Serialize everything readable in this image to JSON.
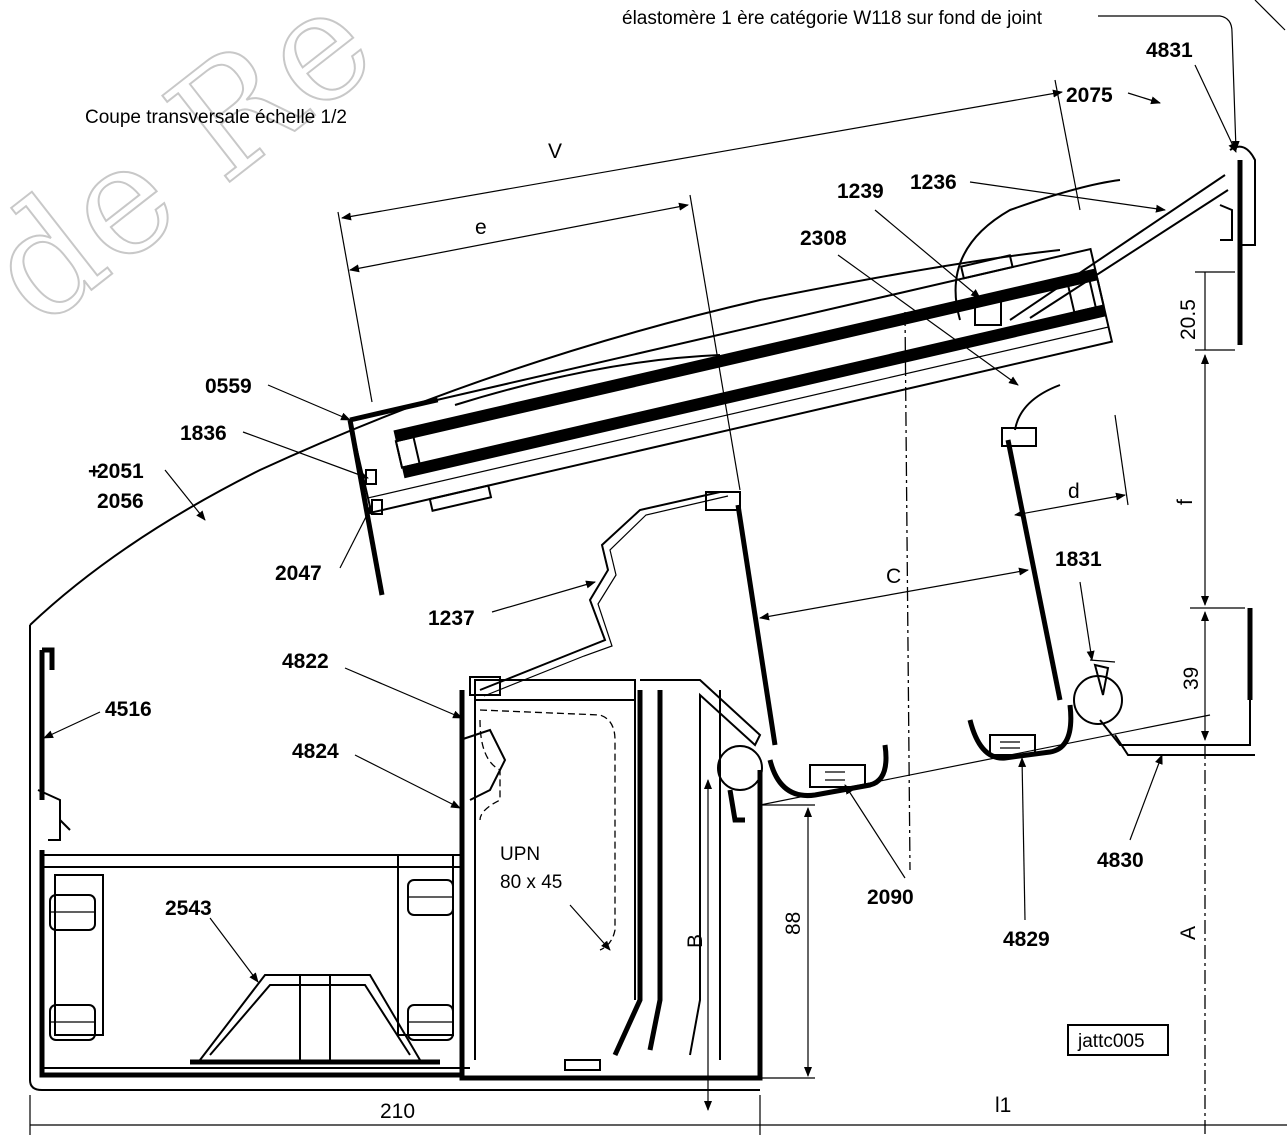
{
  "diagram": {
    "title": "Coupe transversale échelle 1/2",
    "note": "élastomère 1 ère catégorie W118 sur fond de joint",
    "watermark": "de Re",
    "reference_box": "jattc005",
    "profile_label": {
      "line1": "UPN",
      "line2": "80 x 45"
    },
    "part_labels": {
      "p4831": "4831",
      "p2075": "2075",
      "p1239": "1239",
      "p1236": "1236",
      "p2308": "2308",
      "p0559": "0559",
      "p1836": "1836",
      "p2051": "2051",
      "p2056": "2056",
      "plus": "+",
      "p2047": "2047",
      "p1237": "1237",
      "p1831": "1831",
      "p4822": "4822",
      "p4516": "4516",
      "p4824": "4824",
      "p2543": "2543",
      "p2090": "2090",
      "p4830": "4830",
      "p4829": "4829"
    },
    "dimensions": {
      "V": "V",
      "e": "e",
      "d": "d",
      "C": "C",
      "f": "f",
      "A": "A",
      "B": "B",
      "l1": "l1",
      "d20_5": "20.5",
      "d39": "39",
      "d88": "88",
      "d210": "210"
    }
  }
}
